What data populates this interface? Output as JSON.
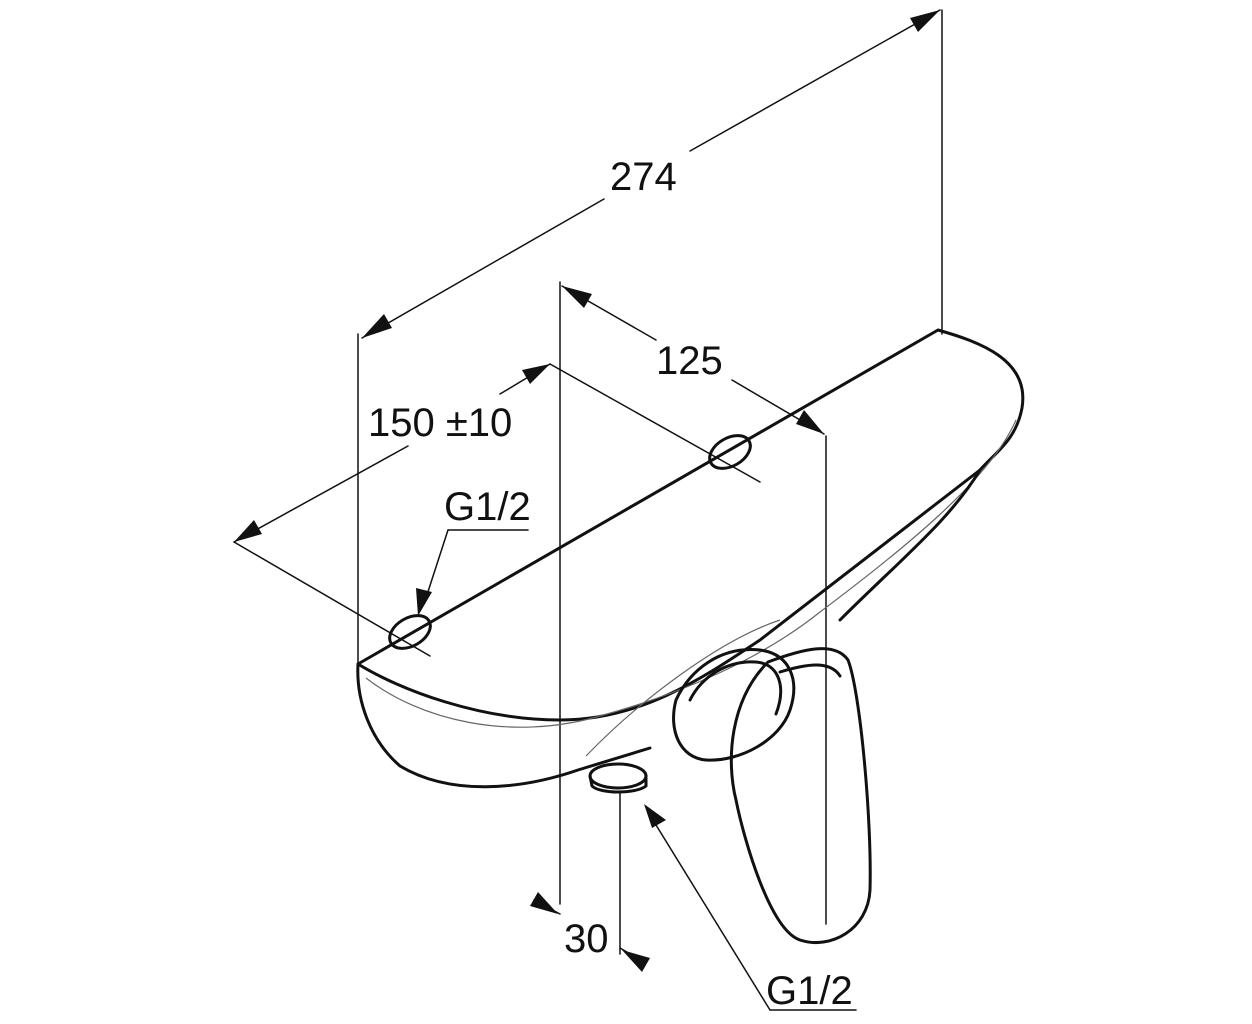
{
  "dimensions": {
    "overall_length": "274",
    "inlet_spacing": "150 ±10",
    "depth": "125",
    "outlet_offset": "30"
  },
  "connections": {
    "inlet_thread": "G1/2",
    "outlet_thread": "G1/2"
  },
  "colors": {
    "line": "#111111",
    "background": "#ffffff"
  }
}
